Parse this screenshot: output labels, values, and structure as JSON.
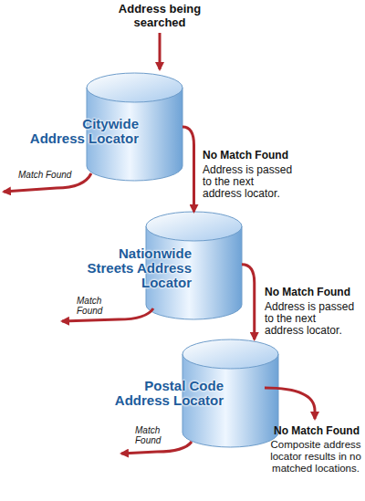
{
  "diagram": {
    "nodes": [
      {
        "text": [
          "Citywide Address Locator"
        ]
      },
      {
        "text": [
          "Nationwide Streets Address Locator"
        ]
      },
      {
        "text": [
          "Postal Code Address Locator"
        ]
      }
    ],
    "edges": [
      {
        "from": 0,
        "to": 1,
        "arrow": "to",
        "label": "No Match Found"
      },
      {
        "from": 1,
        "to": 2,
        "arrow": "to",
        "label": "No Match Found"
      }
    ],
    "labels": [
      "Address being searched",
      "Address is passed to the next address locator.",
      "Match Found",
      "Address is passed to the next address locator.",
      "Match Found",
      "No Match Found",
      "Composite address locator results in no matched locations.",
      "Match Found"
    ]
  }
}
